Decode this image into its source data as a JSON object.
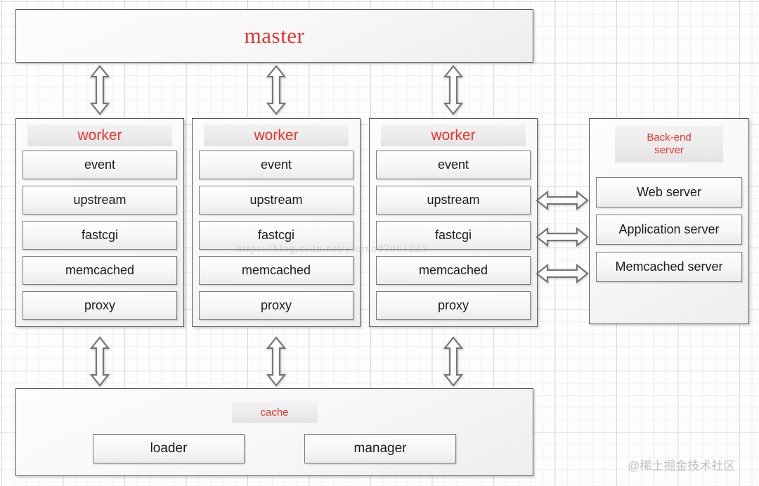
{
  "diagram": {
    "master": {
      "label": "master",
      "color": "#e8342a"
    },
    "workers": [
      {
        "label": "worker",
        "modules": [
          "event",
          "upstream",
          "fastcgi",
          "memcached",
          "proxy"
        ]
      },
      {
        "label": "worker",
        "modules": [
          "event",
          "upstream",
          "fastcgi",
          "memcached",
          "proxy"
        ]
      },
      {
        "label": "worker",
        "modules": [
          "event",
          "upstream",
          "fastcgi",
          "memcached",
          "proxy"
        ]
      }
    ],
    "backend": {
      "label_line1": "Back-end",
      "label_line2": "server",
      "servers": [
        "Web server",
        "Application server",
        "Memcached server"
      ]
    },
    "cache": {
      "label": "cache",
      "components": [
        "loader",
        "manager"
      ]
    },
    "accent_color": "#e8342a",
    "box_border_color": "#58585a",
    "arrow_stroke_color": "#76767a"
  },
  "watermarks": {
    "url": "https://blog.csdn.net/yiojun07061225",
    "site": "@稀土掘金技术社区"
  }
}
